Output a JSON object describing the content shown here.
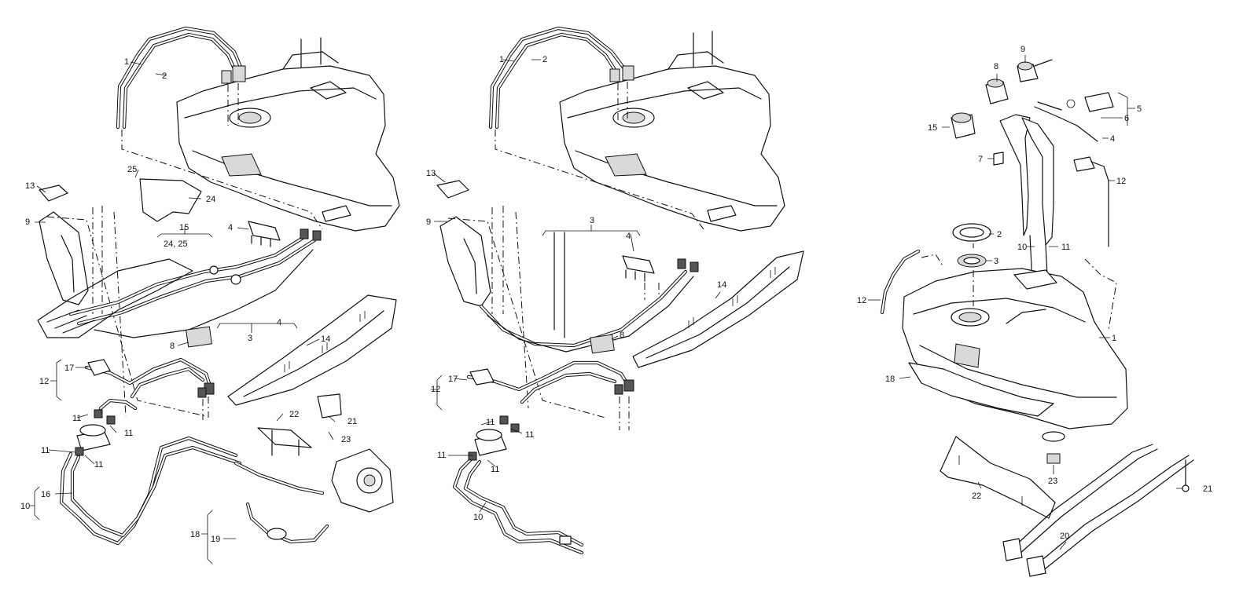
{
  "diagrams": [
    {
      "labels": [
        "1",
        "2",
        "13",
        "25",
        "24",
        "9",
        "15",
        "24, 25",
        "4",
        "3",
        "4",
        "8",
        "14",
        "17",
        "12",
        "11",
        "11",
        "11",
        "11",
        "22",
        "21",
        "23",
        "16",
        "10",
        "18",
        "19"
      ]
    },
    {
      "labels": [
        "1",
        "2",
        "13",
        "9",
        "3",
        "4",
        "14",
        "8",
        "12",
        "17",
        "11",
        "11",
        "11",
        "11",
        "10"
      ]
    },
    {
      "labels": [
        "9",
        "8",
        "5",
        "6",
        "15",
        "4",
        "7",
        "12",
        "2",
        "10",
        "11",
        "3",
        "12",
        "1",
        "18",
        "23",
        "22",
        "21",
        "20"
      ]
    }
  ]
}
